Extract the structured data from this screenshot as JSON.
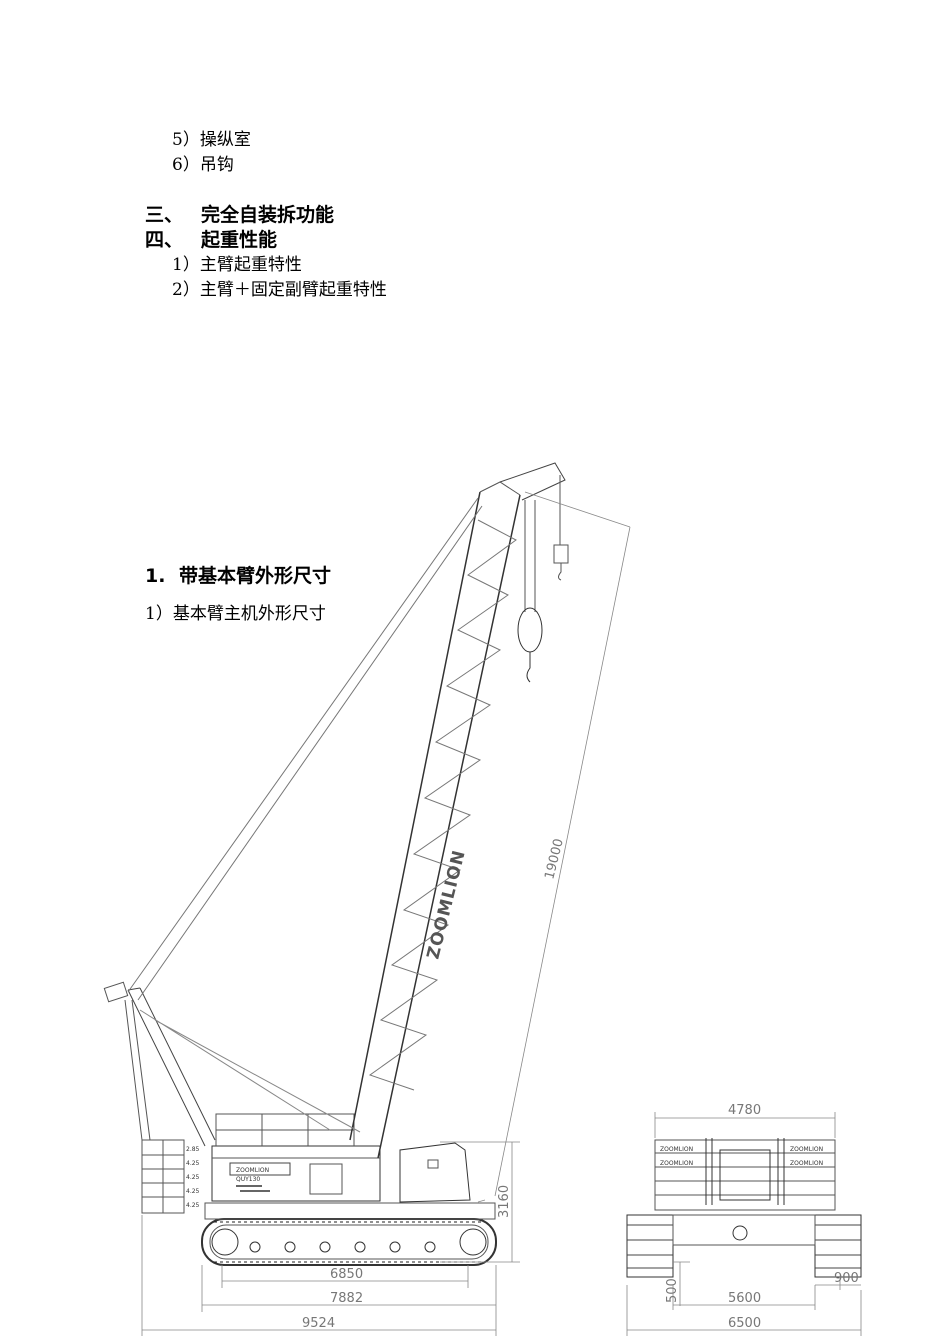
{
  "list_top": [
    {
      "num": "5）",
      "text": "操纵室"
    },
    {
      "num": "6）",
      "text": "吊钩"
    }
  ],
  "sections": [
    {
      "num": "三、",
      "text": "完全自装拆功能"
    },
    {
      "num": "四、",
      "text": "起重性能"
    }
  ],
  "list_perf": [
    {
      "num": "1）",
      "text": "主臂起重特性"
    },
    {
      "num": "2）",
      "text": "主臂＋固定副臂起重特性"
    }
  ],
  "heading": {
    "num": "1.",
    "text": "带基本臂外形尺寸"
  },
  "subheading": {
    "num": "1）",
    "text": "基本臂主机外形尺寸"
  },
  "drawing": {
    "brand": "ZOOMLION",
    "model": "QUY130",
    "counterweight_labels": [
      "2.85",
      "4.25",
      "4.25",
      "4.25",
      "4.25"
    ],
    "side_dimensions": [
      "19000",
      "3160",
      "6850",
      "7882",
      "9524"
    ],
    "front_dimensions": [
      "4780",
      "900",
      "500",
      "5600",
      "6500"
    ],
    "panel_text": "ZOOMLION"
  }
}
